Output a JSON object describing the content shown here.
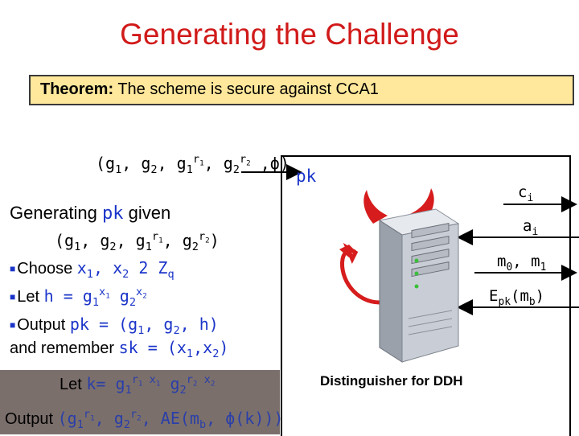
{
  "slide": {
    "title": "Generating the Challenge",
    "theorem_prefix": "Theorem:",
    "theorem_text": " The scheme is secure against CCA1",
    "top_tuple": "(g₁, g₂, g₁ʳ¹, g₂ʳ² ,ϕ)",
    "pk_label": "pk",
    "gen_prefix": "Generating ",
    "gen_pk": "pk",
    "gen_suffix": " given",
    "tuple2": "(g₁, g₂, g₁ʳ¹, g₂ʳ²)",
    "choose_label": "Choose ",
    "choose_expr": "x₁, x₂ 2 Z",
    "choose_q": "q",
    "let_label": "Let ",
    "let_expr": "h = g₁ˣ¹ g₂ˣ²",
    "output_label": "Output ",
    "output_expr": "pk = (g₁, g₂, h)",
    "remember_prefix": "and remember ",
    "remember_expr": "sk = (x₁,x₂)",
    "let_k_label": "Let ",
    "let_k_expr": "k= g₁ʳ¹ ˣ¹ g₂ʳ² ˣ²",
    "output2_label": "Output ",
    "output2_expr": "(g₁ʳ¹, g₂ʳ², AE(m",
    "output2_b": "b",
    "output2_mid": ", ",
    "output2_phi": "ϕ",
    "output2_end": "(k)))",
    "ci": "cᵢ",
    "ai": "aᵢ",
    "m0m1": "m₀, m₁",
    "epk": "E",
    "epk_sub": "pk",
    "epk_arg": "(m",
    "epk_b": "b",
    "epk_close": ")",
    "distinguisher": "Distinguisher for DDH"
  },
  "colors": {
    "title": "#d11a1a",
    "accent_blue": "#1b35c9",
    "theorem_bg": "#ffe79b",
    "bottom_box_bg": "#7b6f6c"
  },
  "icons": [
    "devil-server-icon"
  ]
}
